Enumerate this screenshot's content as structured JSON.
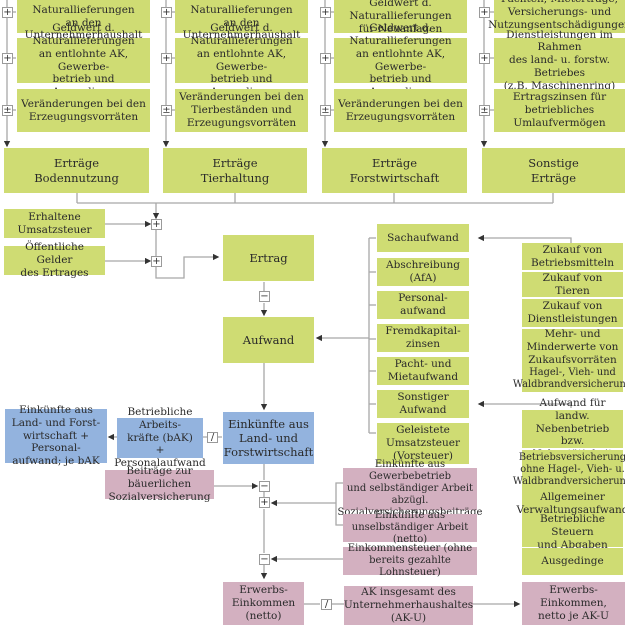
{
  "colors": {
    "green": "#cfdc73",
    "blue": "#93b3de",
    "pink": "#d3b0c0",
    "line": "#a8a8a8"
  },
  "columns": [
    {
      "items": [
        "Geldwert d. Naturallieferungen\nan den Unternehmerhaushalt",
        "Geldwert d. Naturallieferungen\nan entlohnte AK, Gewerbe-\nbetrieb und Ausgedinge",
        "Veränderungen bei den\nErzeugungsvorräten"
      ],
      "ops": [
        "+",
        "+",
        "±"
      ],
      "total": "Erträge\nBodennutzung"
    },
    {
      "items": [
        "Geldwert d. Naturallieferungen\nan den Unternehmerhaushalt",
        "Geldwert d. Naturallieferungen\nan entlohnte AK, Gewerbe-\nbetrieb und Ausgedinge",
        "Veränderungen bei den\nTierbeständen und\nErzeugungsvorräten"
      ],
      "ops": [
        "+",
        "+",
        "±"
      ],
      "total": "Erträge\nTierhaltung"
    },
    {
      "items": [
        "Geldwert d. Naturallieferungen\nfür Neuanlagen",
        "Geldwert d. Naturallieferungen\nan entlohnte AK, Gewerbe-\nbetrieb und Ausgedinge",
        "Veränderungen bei den\nErzeugungsvorräten"
      ],
      "ops": [
        "+",
        "+",
        "±"
      ],
      "total": "Erträge\nForstwirtschaft"
    },
    {
      "items": [
        "Pachten, Mieterträge,\nVersicherungs- und\nNutzungsentschädigungen",
        "Dienstleistungen im Rahmen\ndes land- u. forstw. Betriebes\n(z.B. Maschinenring)",
        "Ertragszinsen für\nbetriebliches\nUmlaufvermögen"
      ],
      "ops": [
        "+",
        "+",
        "±"
      ],
      "total": "Sonstige\nErträge"
    }
  ],
  "additions": {
    "umsatzsteuer": "Erhaltene\nUmsatzsteuer",
    "oeffentliche_gelder": "Öffentliche Gelder\ndes Ertrages",
    "op1": "+",
    "op2": "+"
  },
  "ertrag": "Ertrag",
  "ertrag_minus": "−",
  "aufwand": "Aufwand",
  "aufwand_items": [
    "Sachaufwand",
    "Abschreibung\n(AfA)",
    "Personal-\naufwand",
    "Fremdkapital-\nzinsen",
    "Pacht- und\nMietaufwand",
    "Sonstiger\nAufwand",
    "Geleistete\nUmsatzsteuer\n(Vorsteuer)"
  ],
  "sachaufwand_details": [
    "Zukauf von\nBetriebsmitteln",
    "Zukauf von Tieren",
    "Zukauf von\nDienstleistungen",
    "Mehr- und\nMinderwerte von\nZukaufsvorräten",
    "Hagel-, Vieh- und\nWaldbrandversicherung"
  ],
  "sonstiger_details": [
    "Aufwand für landw.\nNebenbetrieb bzw.\nNebentätigkeit",
    "Betriebsversicherung\nohne Hagel-, Vieh- u.\nWaldbrandversicherung",
    "Allgemeiner\nVerwaltungsaufwand",
    "Betriebliche Steuern\nund Abgaben",
    "Ausgedinge"
  ],
  "einkuenfte_lf": "Einkünfte aus\nLand- und\nForstwirtschaft",
  "div_op": "/",
  "betr_ak": "Betriebliche Arbeits-\nkräfte (bAK)\n+ Personalaufwand",
  "einkuenfte_je_bak": "Einkünfte aus\nLand- und Forst-\nwirtschaft + Personal-\naufwand; je bAK",
  "sozialversicherung": "Beiträge zur bäuerlichen\nSozialversicherung",
  "gewerbe": "Einkünfte aus Gewerbebetrieb\nund selbständiger Arbeit abzügl.\nSozialversicherungsbeiträge",
  "unselbst": "Einkünfte aus\nunselbständiger Arbeit (netto)",
  "einkommensteuer": "Einkommensteuer (ohne\nbereits gezahlte Lohnsteuer)",
  "ops_lower": [
    "−",
    "+",
    "−"
  ],
  "erwerbs": "Erwerbs-\nEinkommen\n(netto)",
  "div_op2": "/",
  "ak_u": "AK insgesamt des\nUnternehmerhaushaltes\n(AK-U)",
  "erwerbs_je": "Erwerbs-\nEinkommen,\nnetto je AK-U"
}
